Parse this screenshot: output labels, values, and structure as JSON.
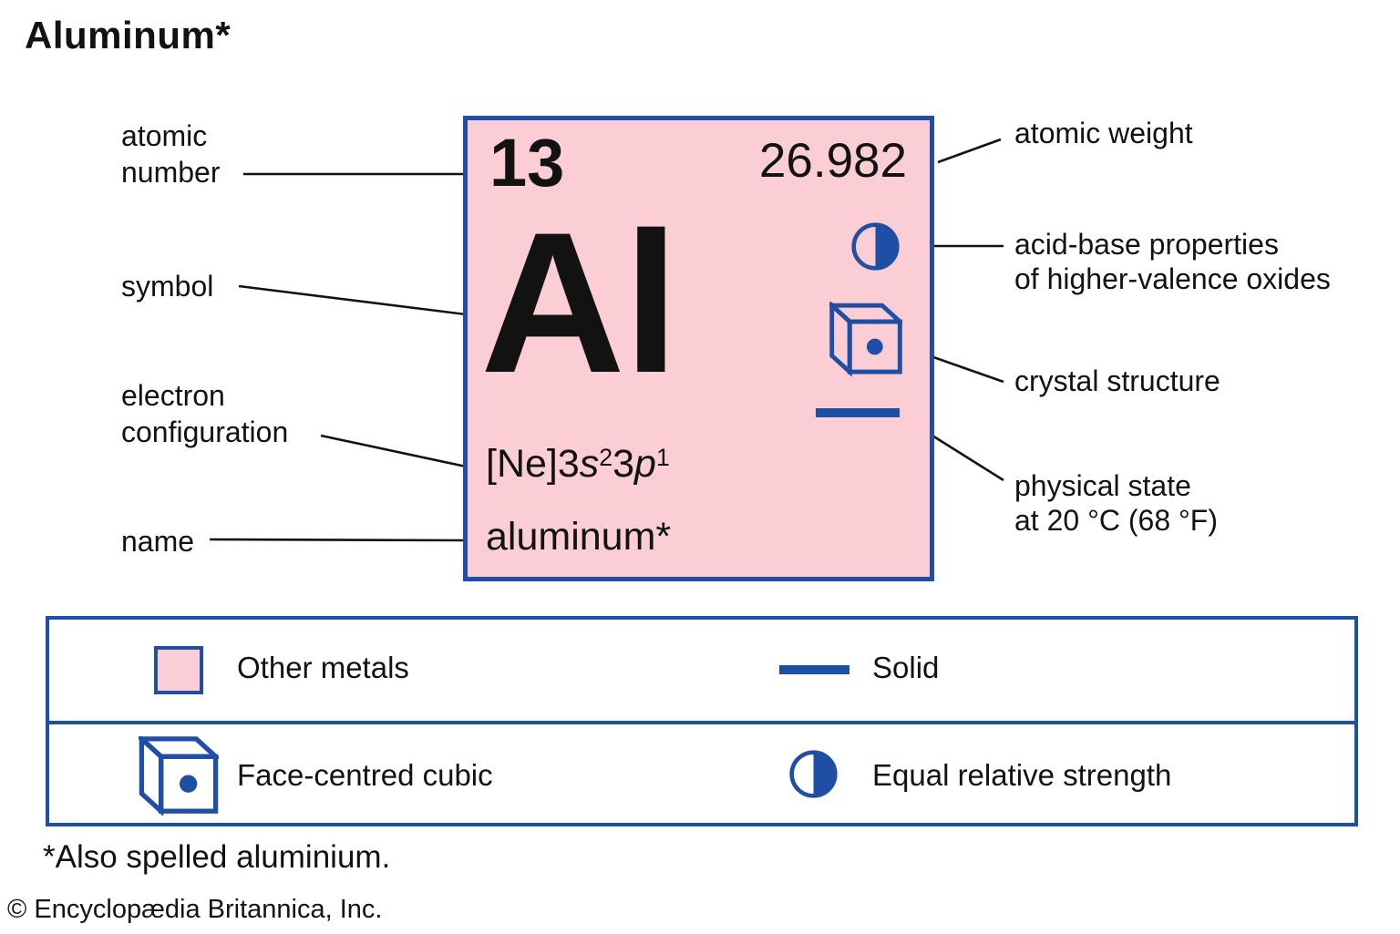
{
  "title": "Aluminum*",
  "colors": {
    "card_pink": "#fbced5",
    "brand_blue": "#1e4fa5",
    "text_black": "#121212"
  },
  "element": {
    "atomic_number": "13",
    "atomic_weight": "26.982",
    "symbol": "Al",
    "electron_configuration": {
      "core": "[Ne]3",
      "s": "s",
      "s_superscript": "2",
      "mid": "3",
      "p": "p",
      "p_superscript": "1"
    },
    "name": "aluminum*"
  },
  "icons": {
    "acid_base": "half-filled-circle",
    "crystal_structure": "cube-with-center-dot",
    "physical_state": "solid-horizontal-bar",
    "category_swatch": "pink-square"
  },
  "callouts": {
    "left": [
      {
        "id": "atomic-number",
        "text": "atomic\nnumber"
      },
      {
        "id": "symbol",
        "text": "symbol"
      },
      {
        "id": "electron-configuration",
        "text": "electron\nconfiguration"
      },
      {
        "id": "name",
        "text": "name"
      }
    ],
    "right": [
      {
        "id": "atomic-weight",
        "text": "atomic weight"
      },
      {
        "id": "acid-base",
        "text": "acid-base properties\nof higher-valence oxides"
      },
      {
        "id": "crystal-structure",
        "text": "crystal structure"
      },
      {
        "id": "physical-state",
        "text": "physical state\nat 20 °C (68 °F)"
      }
    ]
  },
  "legend": {
    "rows": [
      {
        "left_icon": "pink-square",
        "left_label": "Other metals",
        "right_icon": "solid-horizontal-bar",
        "right_label": "Solid"
      },
      {
        "left_icon": "cube-with-center-dot",
        "left_label": "Face-centred cubic",
        "right_icon": "half-filled-circle",
        "right_label": "Equal relative strength"
      }
    ]
  },
  "footnote": "*Also spelled aluminium.",
  "copyright": "© Encyclopædia Britannica, Inc."
}
